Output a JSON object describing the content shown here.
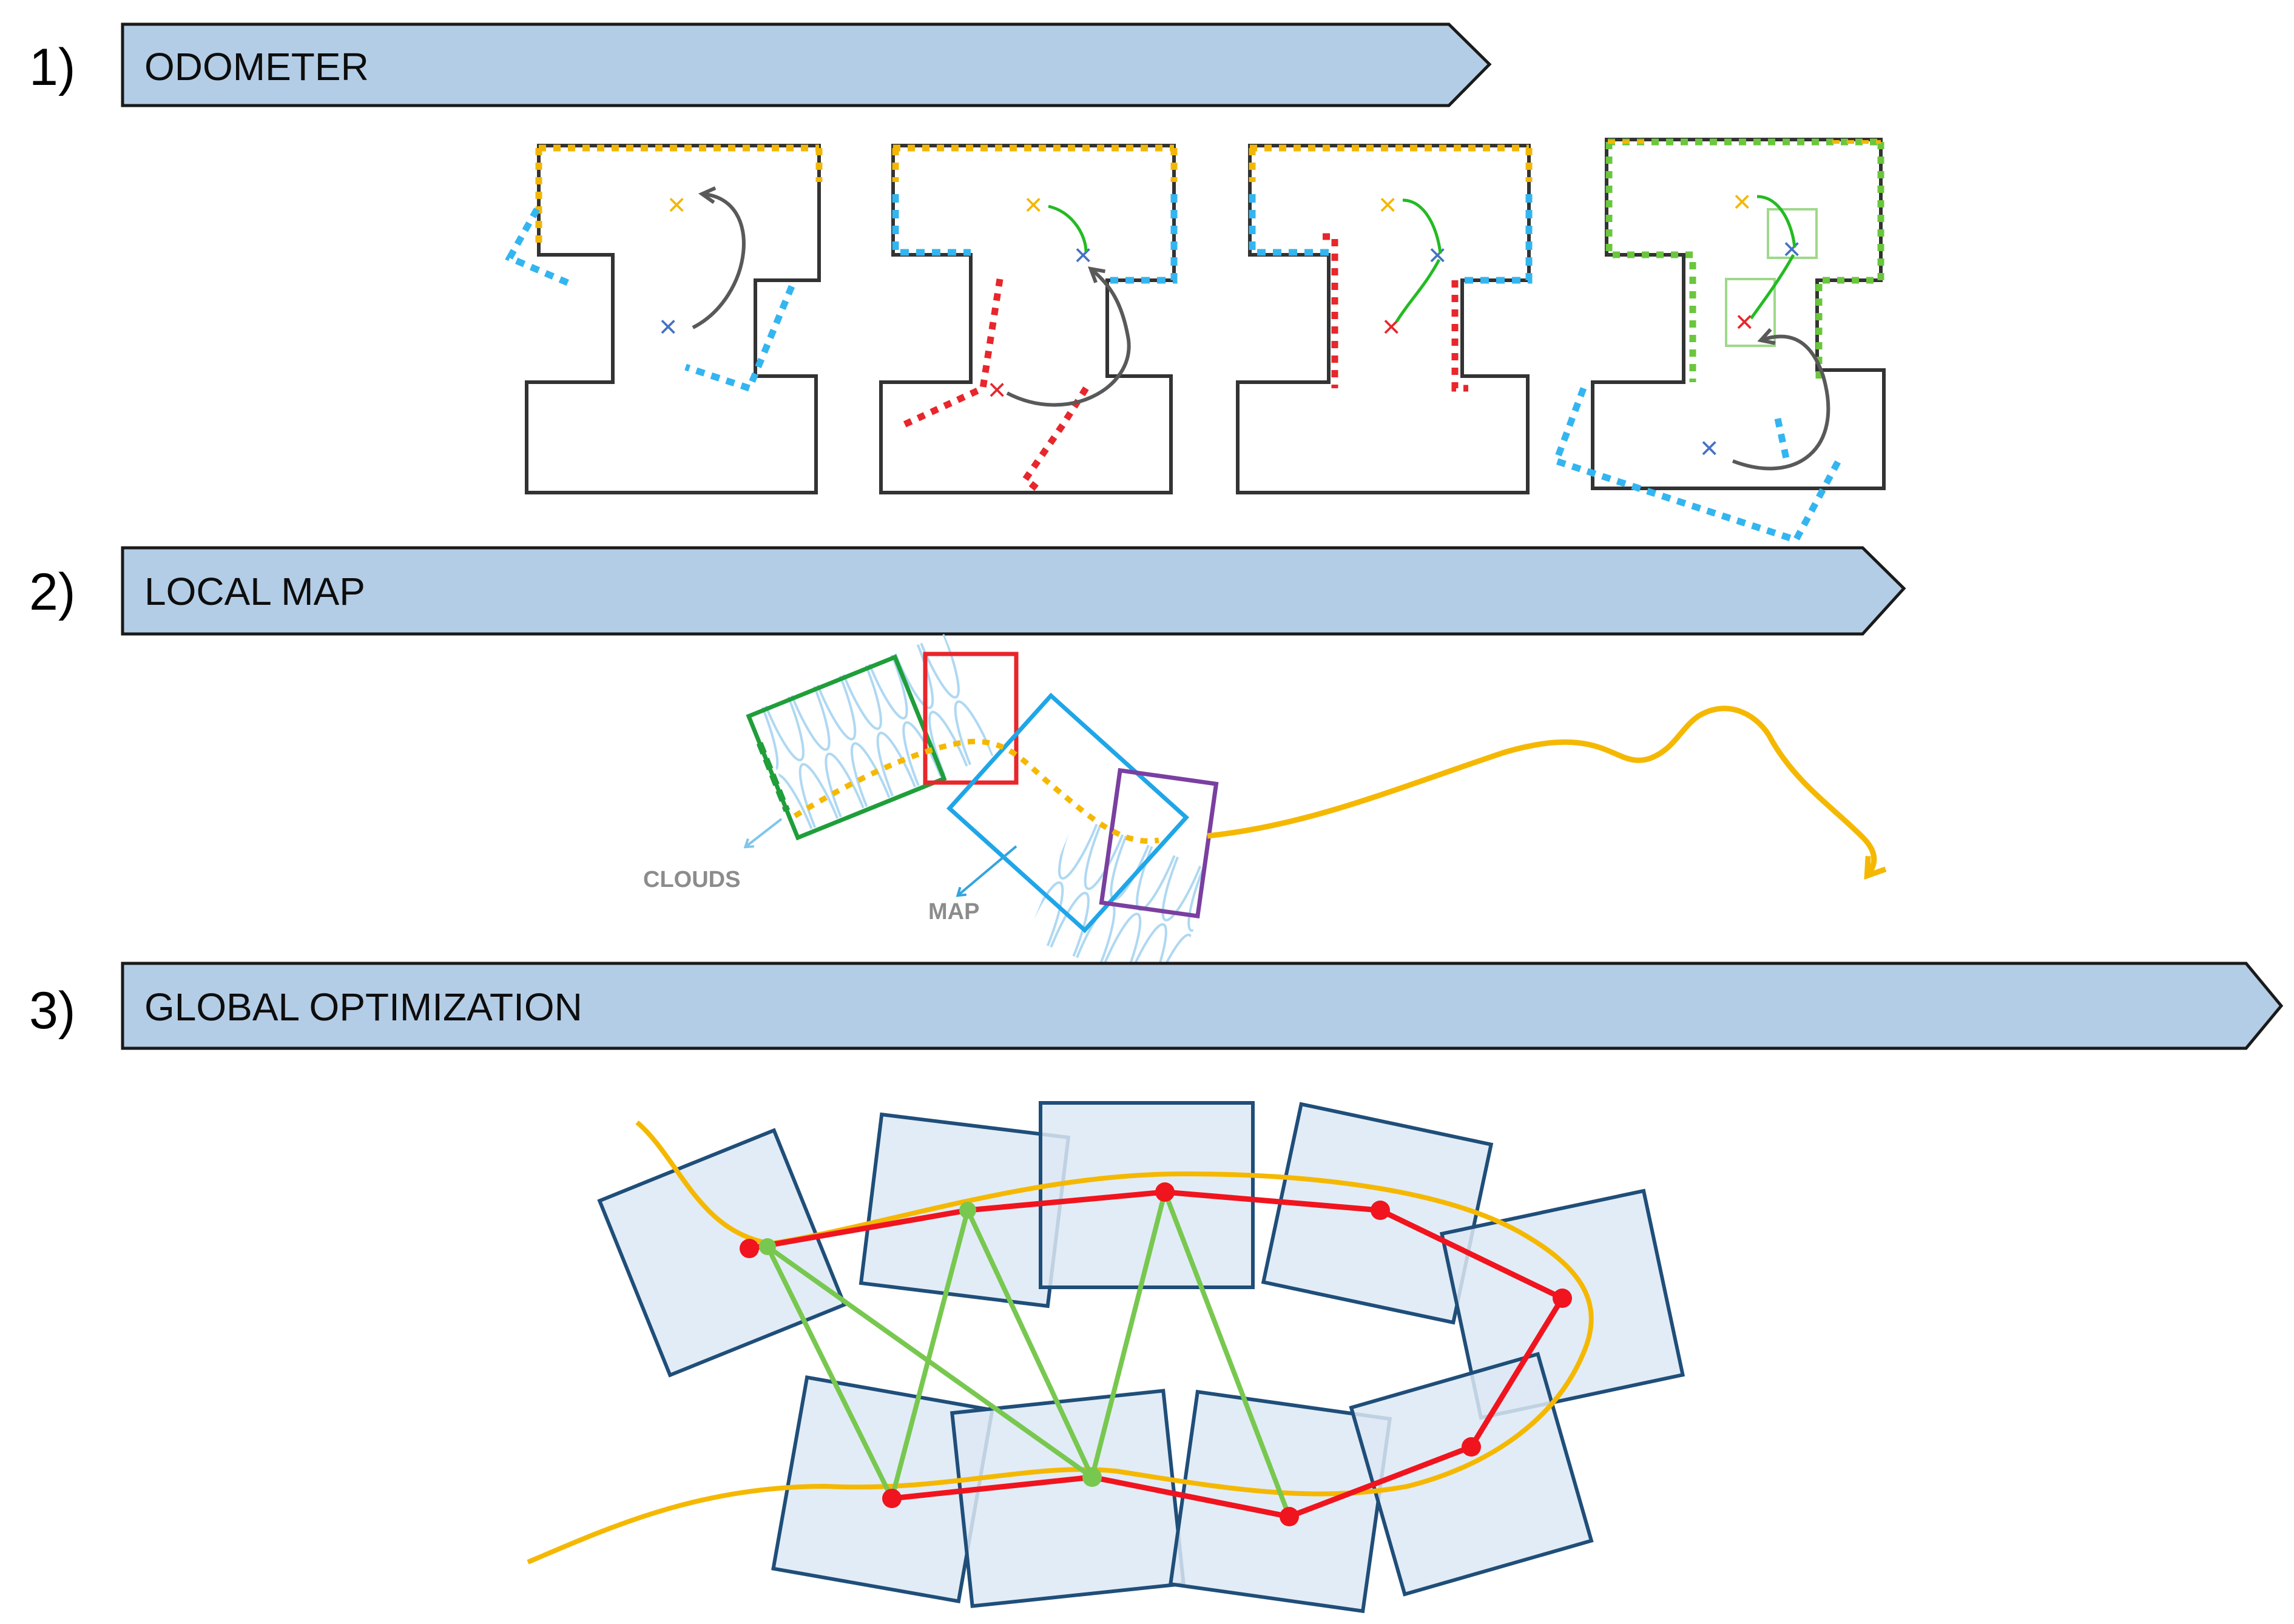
{
  "sections": [
    {
      "number": "1)",
      "title": "ODOMETER"
    },
    {
      "number": "2)",
      "title": "LOCAL MAP"
    },
    {
      "number": "3)",
      "title": "GLOBAL OPTIMIZATION"
    }
  ],
  "local_map": {
    "clouds_label": "CLOUDS",
    "map_label": "MAP"
  },
  "colors": {
    "banner_fill": "#b4cde6",
    "banner_stroke": "#1a1a1a",
    "wall": "#333333",
    "scan_yellow": "#f2b705",
    "scan_blue": "#33b5f0",
    "scan_red": "#e8262b",
    "scan_green": "#6ac63c",
    "trajectory": "#f5b800",
    "keyframe_fill": "#dde9f5",
    "keyframe_stroke": "#1f4e79",
    "pose_graph_red": "#f0141e",
    "loop_green": "#78c850",
    "arrow_gray": "#595959"
  }
}
